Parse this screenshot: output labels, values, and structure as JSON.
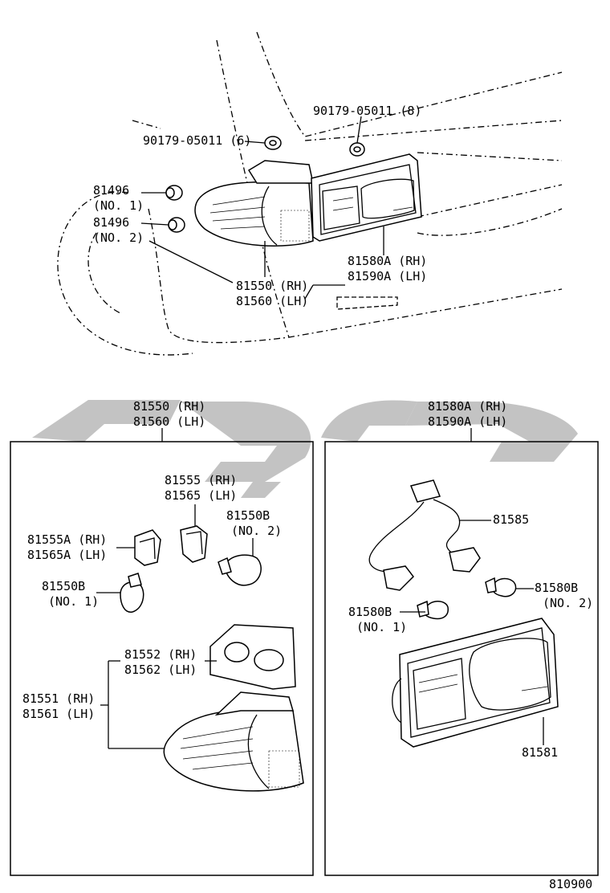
{
  "labels": {
    "top_grommet_left": "90179-05011 (6)",
    "top_grommet_right": "90179-05011 (8)",
    "clip_1_part": "81496",
    "clip_1_note": "(NO. 1)",
    "clip_2_part": "81496",
    "clip_2_note": "(NO. 2)",
    "top_rear_rh": "81580A (RH)",
    "top_rear_lh": "81590A (LH)",
    "top_side_rh": "81550 (RH)",
    "top_side_lh": "81560 (LH)",
    "left_box_rh": "81550 (RH)",
    "left_box_lh": "81560 (LH)",
    "right_box_rh": "81580A (RH)",
    "right_box_lh": "81590A (LH)",
    "socket_rh": "81555 (RH)",
    "socket_lh": "81565 (LH)",
    "bulb_no2_left_part": "81550B",
    "bulb_no2_left_note": "(NO. 2)",
    "socket_a_rh": "81555A (RH)",
    "socket_a_lh": "81565A (LH)",
    "bulb_no1_left_part": "81550B",
    "bulb_no1_left_note": "(NO. 1)",
    "gasket_rh": "81552 (RH)",
    "gasket_lh": "81562 (LH)",
    "lens_rh": "81551 (RH)",
    "lens_lh": "81561 (LH)",
    "wire_harness": "81585",
    "bulb_no2_right_part": "81580B",
    "bulb_no2_right_note": "(NO. 2)",
    "bulb_no1_right_part": "81580B",
    "bulb_no1_right_note": "(NO. 1)",
    "rear_lens": "81581",
    "diagram_code": "810900"
  },
  "watermark": {
    "color": "#b9b9b9"
  }
}
